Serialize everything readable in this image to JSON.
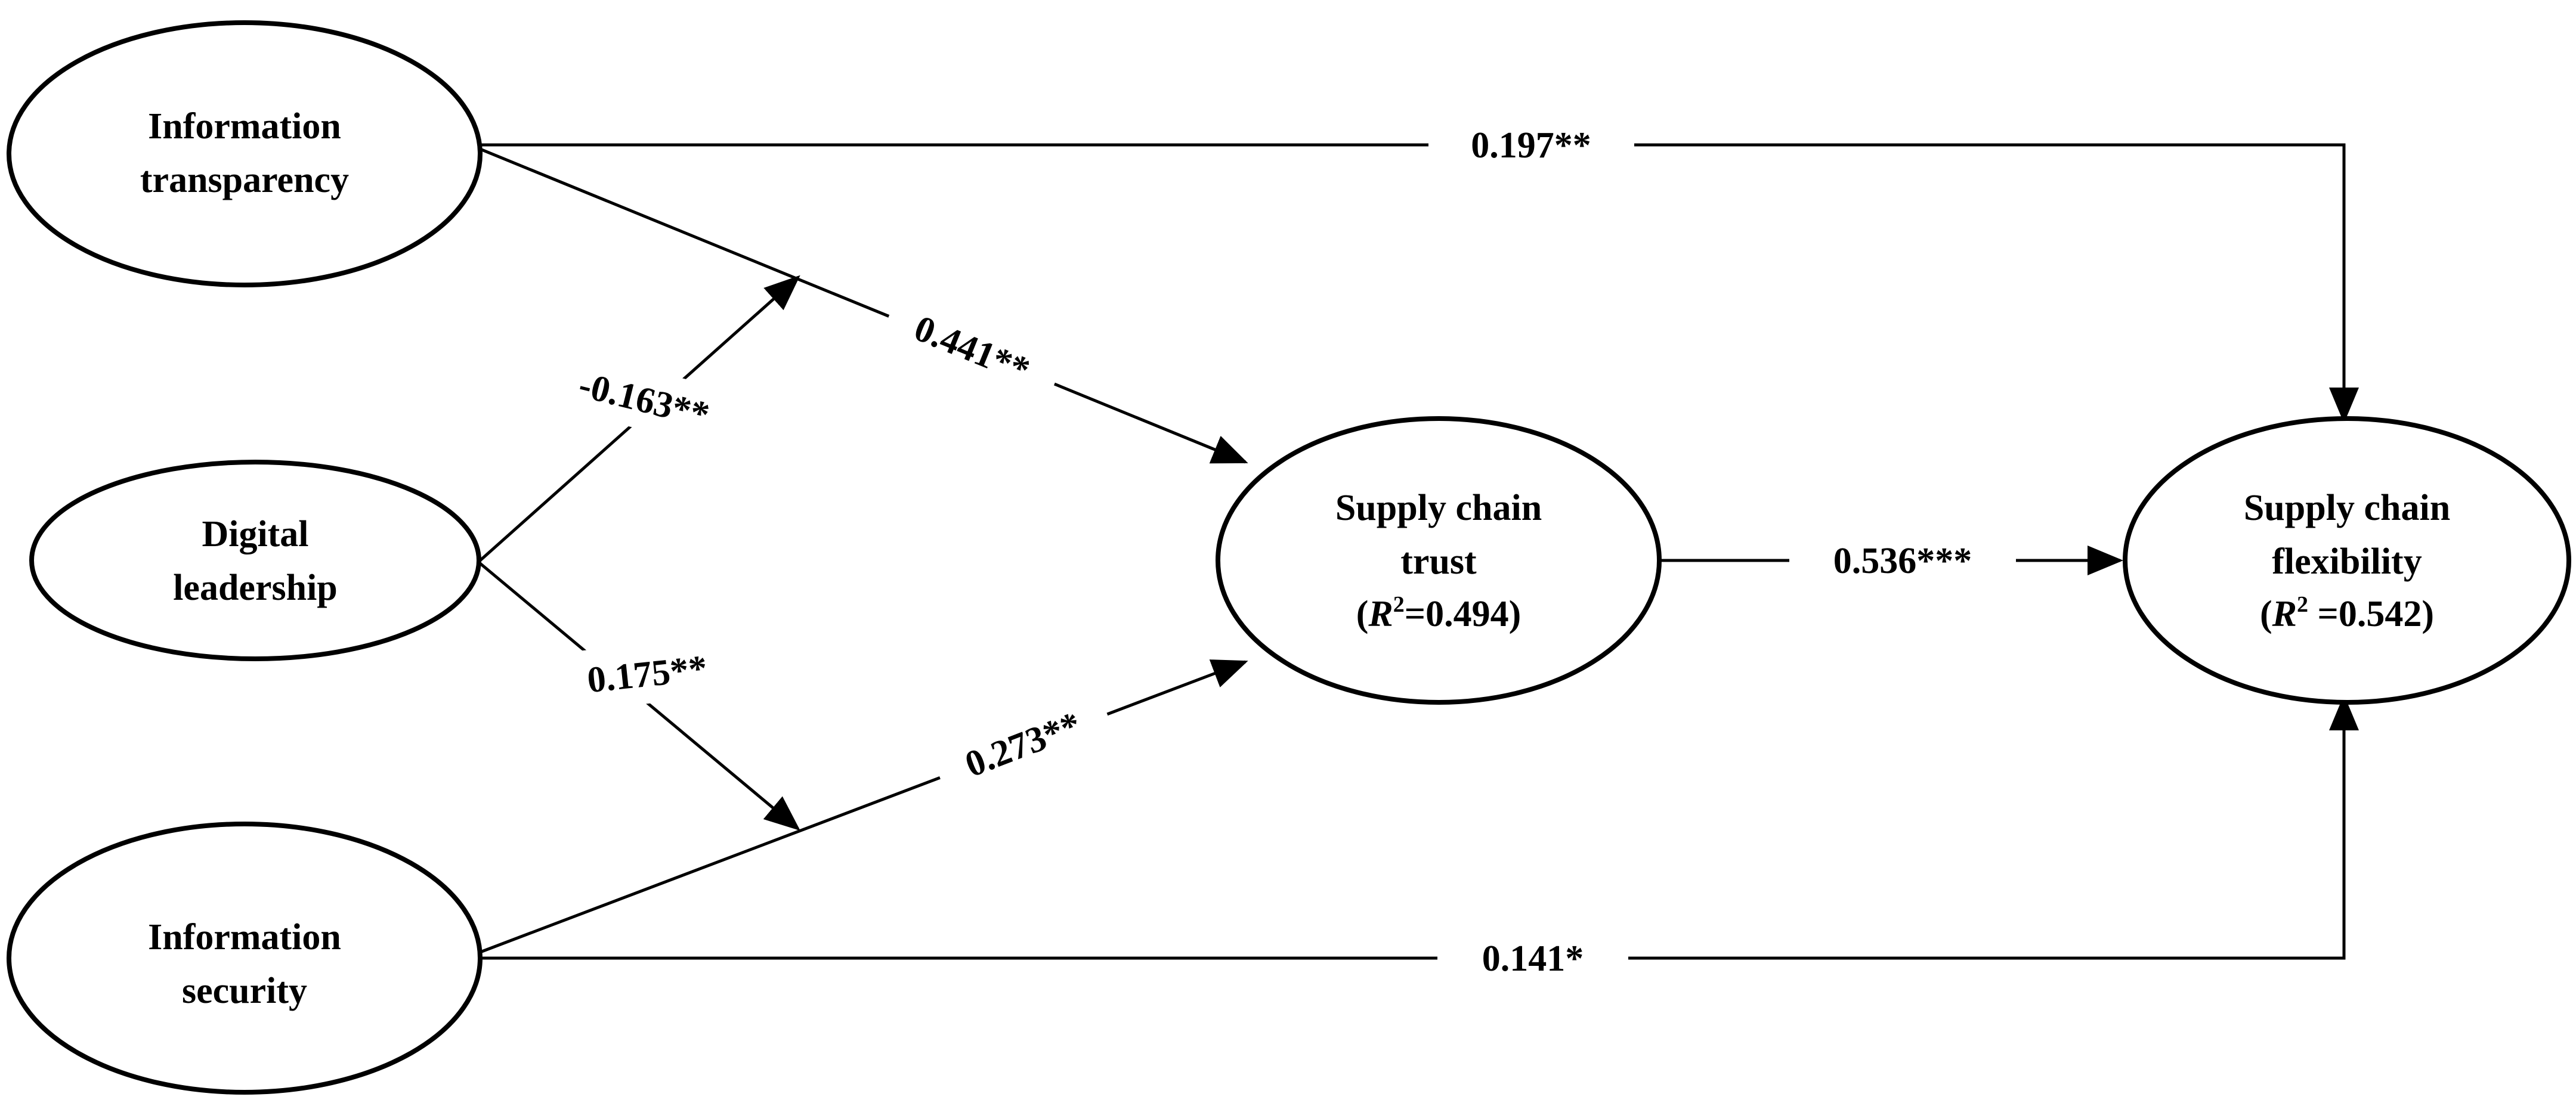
{
  "nodes": {
    "information_transparency": {
      "line1": "Information",
      "line2": "transparency"
    },
    "digital_leadership": {
      "line1": "Digital",
      "line2": "leadership"
    },
    "information_security": {
      "line1": "Information",
      "line2": "security"
    },
    "supply_chain_trust": {
      "line1": "Supply chain",
      "line2": "trust",
      "r2_symbol": "R",
      "r2_superscript": "2",
      "r2_value": "=0.494)",
      "r2_open": "("
    },
    "supply_chain_flexibility": {
      "line1": "Supply chain",
      "line2": "flexibility",
      "r2_open": "(",
      "r2_symbol": "R",
      "r2_superscript": "2",
      "r2_value": " =0.542)"
    }
  },
  "paths": {
    "transparency_to_flexibility": "0.197**",
    "transparency_to_trust": "0.441**",
    "leadership_moderates_transparency": "-0.163**",
    "leadership_moderates_security": "0.175**",
    "security_to_trust": "0.273**",
    "trust_to_flexibility": "0.536***",
    "security_to_flexibility": "0.141*"
  }
}
